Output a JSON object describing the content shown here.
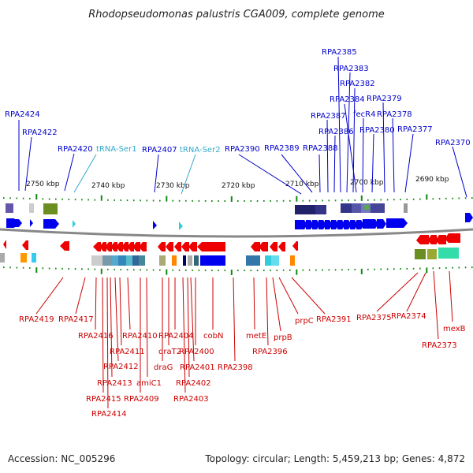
{
  "title": "Rhodopseudomonas palustris CGA009, complete genome",
  "footer": {
    "accession": "Accession: NC_005296",
    "stats": "Topology: circular; Length: 5,459,213 bp; Genes: 4,872"
  },
  "colors": {
    "forward_gene": "#0000ee",
    "reverse_gene": "#ee0000",
    "trna": "#33ccdd",
    "top_label": "#0000cc",
    "trna_label": "#33aacc",
    "bottom_label": "#cc0000",
    "backbone": "#888888",
    "tick": "#118811"
  },
  "scale_labels": [
    "2750 kbp",
    "2740 kbp",
    "2730 kbp",
    "2720 kbp",
    "2710 kbp",
    "2700 kbp",
    "2690 kbp"
  ],
  "top_labels": [
    {
      "text": "RPA2424",
      "kind": "gene"
    },
    {
      "text": "RPA2422",
      "kind": "gene"
    },
    {
      "text": "RPA2420",
      "kind": "gene"
    },
    {
      "text": "tRNA-Ser1",
      "kind": "trna"
    },
    {
      "text": "RPA2407",
      "kind": "gene"
    },
    {
      "text": "tRNA-Ser2",
      "kind": "trna"
    },
    {
      "text": "RPA2390",
      "kind": "gene"
    },
    {
      "text": "RPA2389",
      "kind": "gene"
    },
    {
      "text": "RPA2388",
      "kind": "gene"
    },
    {
      "text": "RPA2387",
      "kind": "gene"
    },
    {
      "text": "RPA2386",
      "kind": "gene"
    },
    {
      "text": "RPA2385",
      "kind": "gene"
    },
    {
      "text": "RPA2383",
      "kind": "gene"
    },
    {
      "text": "RPA2382",
      "kind": "gene"
    },
    {
      "text": "RPA2384",
      "kind": "gene"
    },
    {
      "text": "fecR4",
      "kind": "gene"
    },
    {
      "text": "RPA2380",
      "kind": "gene"
    },
    {
      "text": "RPA2379",
      "kind": "gene"
    },
    {
      "text": "RPA2378",
      "kind": "gene"
    },
    {
      "text": "RPA2377",
      "kind": "gene"
    },
    {
      "text": "RPA2370",
      "kind": "gene"
    }
  ],
  "bottom_labels": [
    {
      "text": "RPA2419"
    },
    {
      "text": "RPA2417"
    },
    {
      "text": "RPA2416"
    },
    {
      "text": "RPA2415"
    },
    {
      "text": "RPA2414"
    },
    {
      "text": "RPA2413"
    },
    {
      "text": "RPA2412"
    },
    {
      "text": "RPA2411"
    },
    {
      "text": "RPA2410"
    },
    {
      "text": "RPA2409"
    },
    {
      "text": "amiC1"
    },
    {
      "text": "draG"
    },
    {
      "text": "draT2"
    },
    {
      "text": "RPA2404"
    },
    {
      "text": "RPA2403"
    },
    {
      "text": "RPA2402"
    },
    {
      "text": "RPA2401"
    },
    {
      "text": "RPA2400"
    },
    {
      "text": "cobN"
    },
    {
      "text": "RPA2398"
    },
    {
      "text": "metE"
    },
    {
      "text": "RPA2396"
    },
    {
      "text": "prpB"
    },
    {
      "text": "prpC"
    },
    {
      "text": "RPA2391"
    },
    {
      "text": "RPA2375"
    },
    {
      "text": "RPA2374"
    },
    {
      "text": "RPA2373"
    },
    {
      "text": "mexB"
    }
  ]
}
